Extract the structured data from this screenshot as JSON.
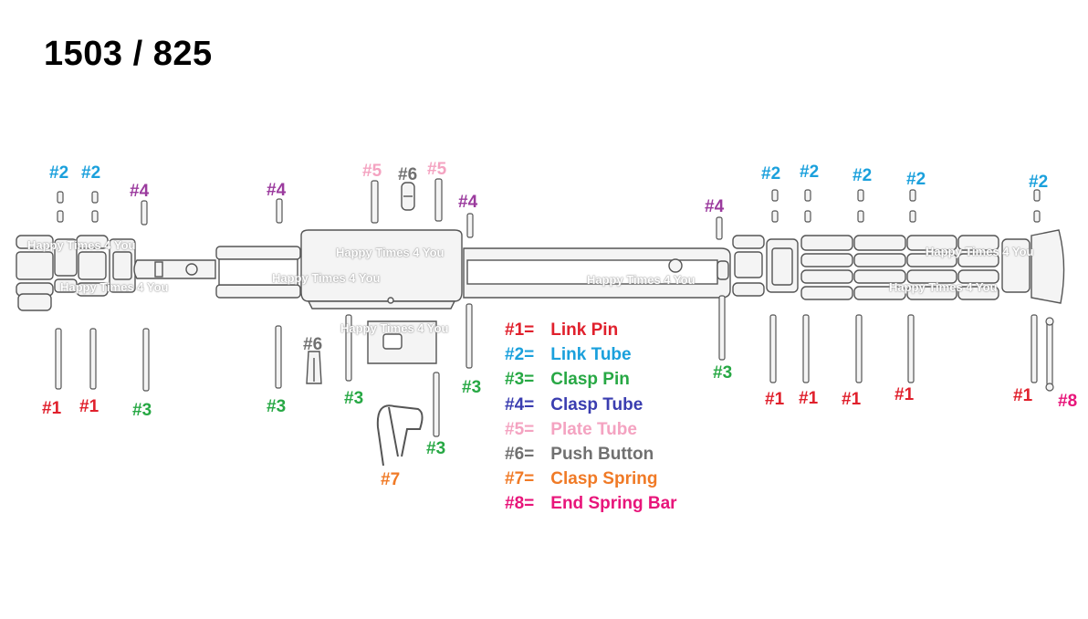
{
  "title": "1503 / 825",
  "colors": {
    "c1": "#e0202c",
    "c2": "#1aa0dc",
    "c3": "#27a844",
    "c4": "#9b3b9e",
    "c4_legend": "#3a3db0",
    "c5": "#f4a3c1",
    "c6": "#707070",
    "c7": "#f07a26",
    "c8": "#e8157a",
    "line": "#555555"
  },
  "watermark": "Happy Times 4 You",
  "callouts": [
    {
      "key": "c2",
      "text": "#2"
    },
    {
      "key": "c2",
      "text": "#2"
    },
    {
      "key": "c4",
      "text": "#4"
    },
    {
      "key": "c4",
      "text": "#4"
    },
    {
      "key": "c5",
      "text": "#5"
    },
    {
      "key": "c6",
      "text": "#6"
    },
    {
      "key": "c5",
      "text": "#5"
    },
    {
      "key": "c4",
      "text": "#4"
    },
    {
      "key": "c4",
      "text": "#4"
    },
    {
      "key": "c2",
      "text": "#2"
    },
    {
      "key": "c2",
      "text": "#2"
    },
    {
      "key": "c2",
      "text": "#2"
    },
    {
      "key": "c2",
      "text": "#2"
    },
    {
      "key": "c2",
      "text": "#2"
    },
    {
      "key": "c1",
      "text": "#1"
    },
    {
      "key": "c1",
      "text": "#1"
    },
    {
      "key": "c3",
      "text": "#3"
    },
    {
      "key": "c3",
      "text": "#3"
    },
    {
      "key": "c6",
      "text": "#6"
    },
    {
      "key": "c3",
      "text": "#3"
    },
    {
      "key": "c3",
      "text": "#3"
    },
    {
      "key": "c3",
      "text": "#3"
    },
    {
      "key": "c7",
      "text": "#7"
    },
    {
      "key": "c3",
      "text": "#3"
    },
    {
      "key": "c1",
      "text": "#1"
    },
    {
      "key": "c1",
      "text": "#1"
    },
    {
      "key": "c1",
      "text": "#1"
    },
    {
      "key": "c1",
      "text": "#1"
    },
    {
      "key": "c1",
      "text": "#1"
    },
    {
      "key": "c8",
      "text": "#8"
    }
  ],
  "legend": [
    {
      "key": "c1",
      "code": "#1=",
      "name": "Link Pin"
    },
    {
      "key": "c2",
      "code": "#2=",
      "name": "Link Tube"
    },
    {
      "key": "c3",
      "code": "#3=",
      "name": "Clasp Pin"
    },
    {
      "key": "c4_legend",
      "code": "#4=",
      "name": "Clasp Tube"
    },
    {
      "key": "c5",
      "code": "#5=",
      "name": "Plate Tube"
    },
    {
      "key": "c6",
      "code": "#6=",
      "name": "Push Button"
    },
    {
      "key": "c7",
      "code": "#7=",
      "name": "Clasp Spring"
    },
    {
      "key": "c8",
      "code": "#8=",
      "name": "End Spring Bar"
    }
  ]
}
